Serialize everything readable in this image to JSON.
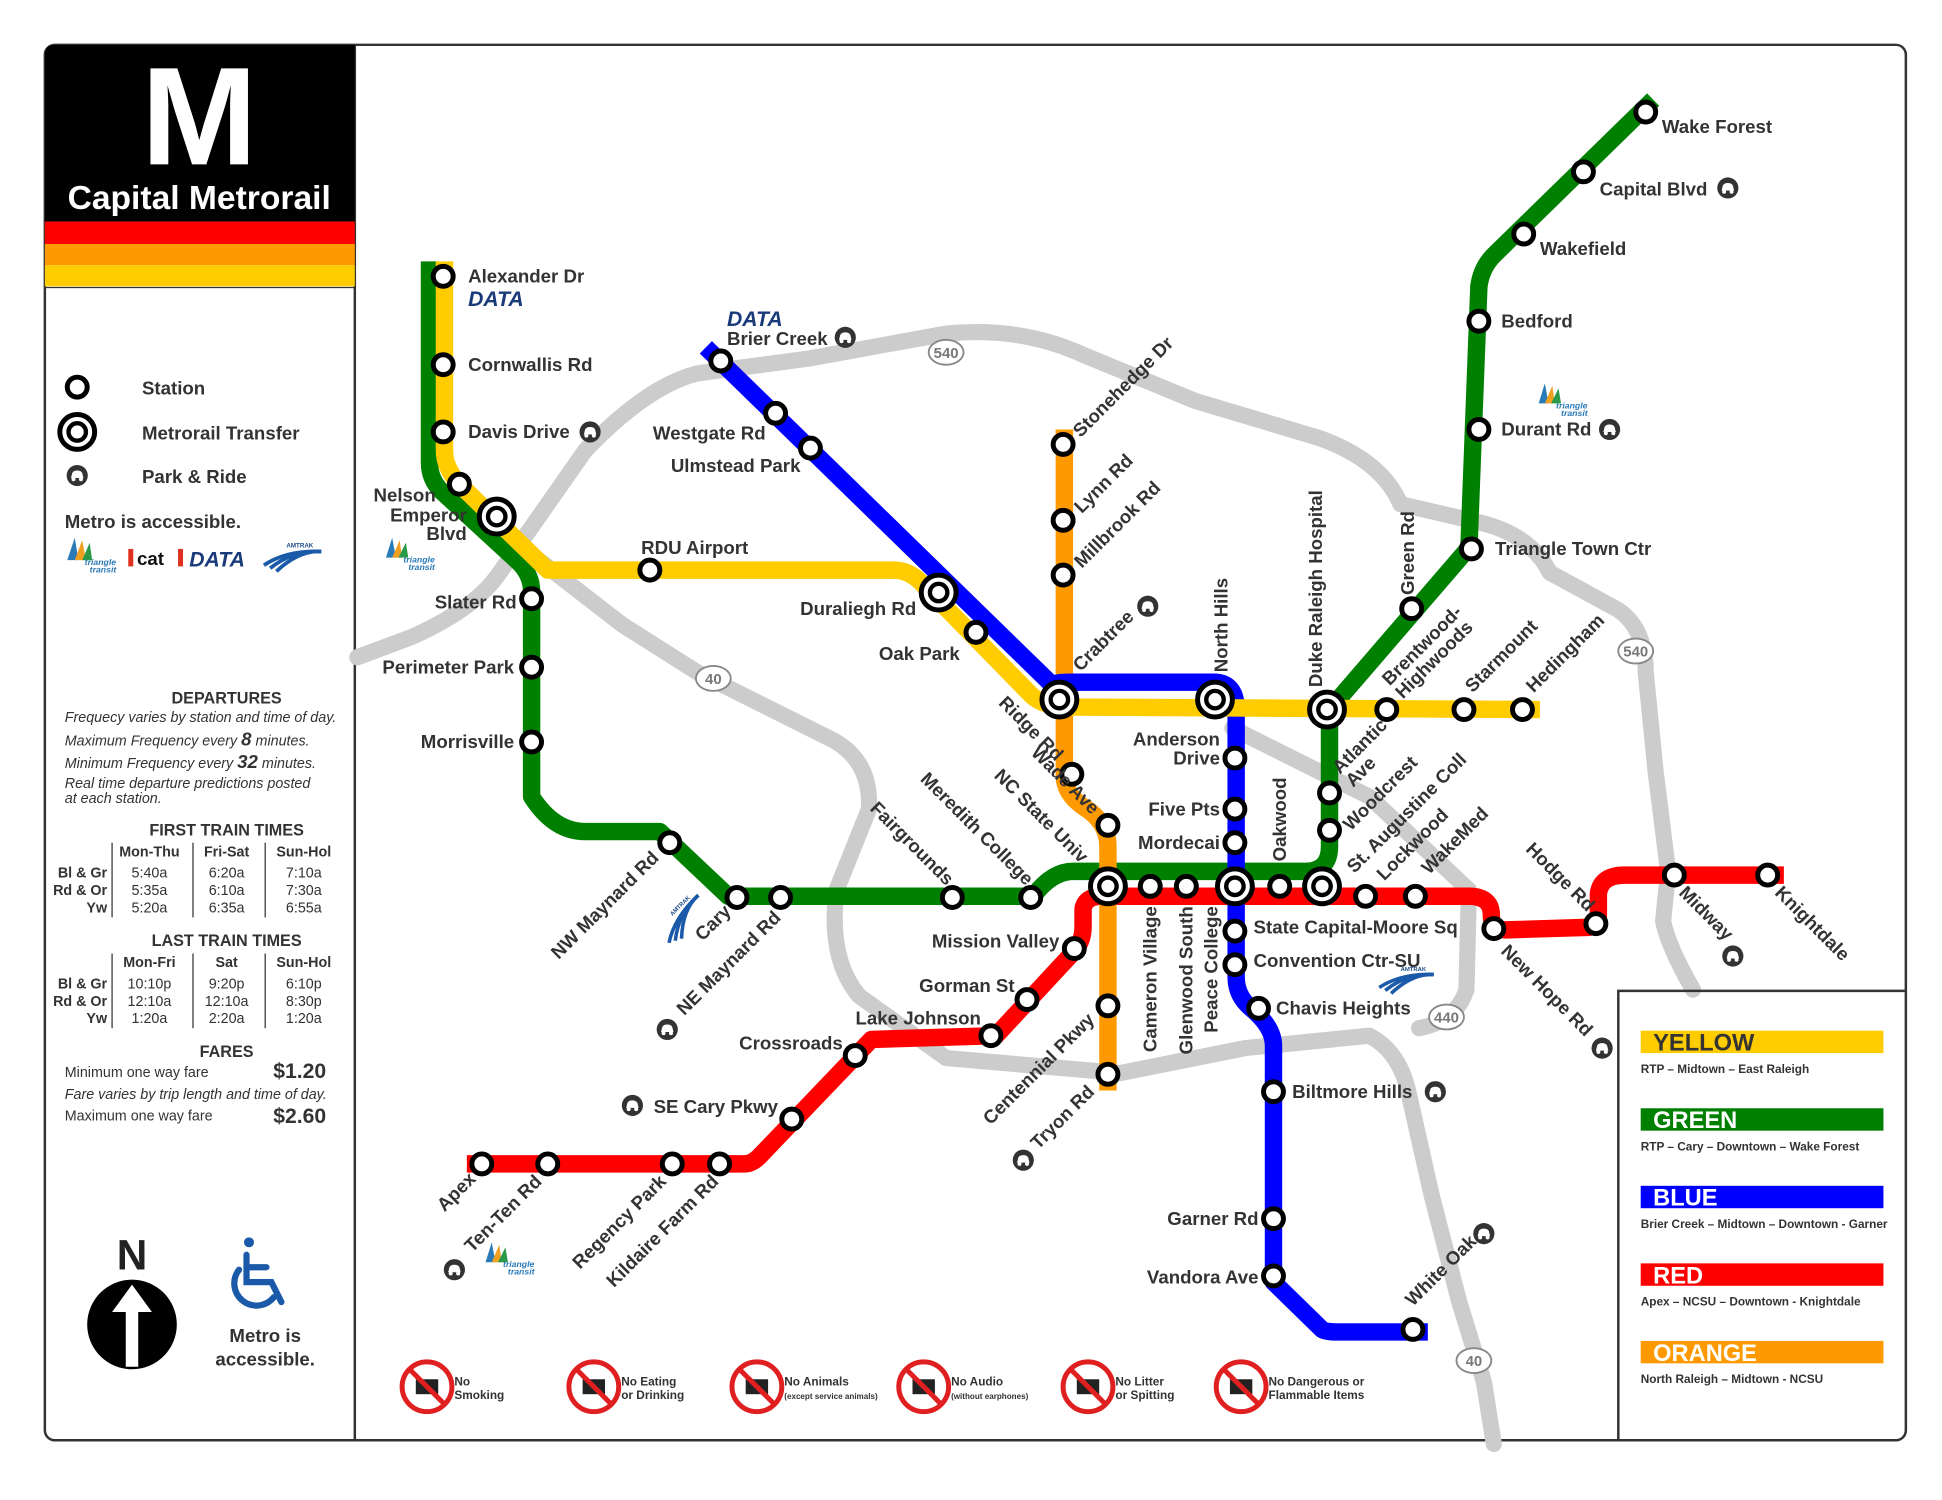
{
  "header": {
    "logo_letter": "M",
    "title": "Capital Metrorail",
    "stripe_colors": [
      "#ff0000",
      "#ff9900",
      "#ffcc00"
    ]
  },
  "legend_symbols": [
    {
      "icon": "station-icon",
      "label": "Station"
    },
    {
      "icon": "transfer-icon",
      "label": "Metrorail Transfer"
    },
    {
      "icon": "park-and-ride-icon",
      "label": "Park & Ride"
    }
  ],
  "accessible_note": "Metro is accessible.",
  "partner_logos": [
    "triangle transit",
    "cat",
    "DATA",
    "AMTRAK"
  ],
  "departures": {
    "title": "DEPARTURES",
    "line1": "Frequecy varies by station and time of day.",
    "max_pre": "Maximum Frequency every",
    "max_val": "8",
    "max_post": "minutes.",
    "min_pre": "Minimum Frequency every",
    "min_val": "32",
    "min_post": "minutes.",
    "line4a": "Real time departure predictions posted",
    "line4b": "at each station."
  },
  "first_train": {
    "title": "FIRST TRAIN TIMES",
    "columns": [
      "Mon-Thu",
      "Fri-Sat",
      "Sun-Hol"
    ],
    "rows": [
      {
        "lines": "Bl & Gr",
        "times": [
          "5:40a",
          "6:20a",
          "7:10a"
        ]
      },
      {
        "lines": "Rd & Or",
        "times": [
          "5:35a",
          "6:10a",
          "7:30a"
        ]
      },
      {
        "lines": "Yw",
        "times": [
          "5:20a",
          "6:35a",
          "6:55a"
        ]
      }
    ]
  },
  "last_train": {
    "title": "LAST TRAIN TIMES",
    "columns": [
      "Mon-Fri",
      "Sat",
      "Sun-Hol"
    ],
    "rows": [
      {
        "lines": "Bl & Gr",
        "times": [
          "10:10p",
          "9:20p",
          "6:10p"
        ]
      },
      {
        "lines": "Rd & Or",
        "times": [
          "12:10a",
          "12:10a",
          "8:30p"
        ]
      },
      {
        "lines": "Yw",
        "times": [
          "1:20a",
          "2:20a",
          "1:20a"
        ]
      }
    ]
  },
  "fares": {
    "title": "FARES",
    "min_label": "Minimum one way fare",
    "min_value": "$1.20",
    "note": "Fare varies by trip length and time of day.",
    "max_label": "Maximum one way fare",
    "max_value": "$2.60"
  },
  "north_label": "N",
  "accessible_footer": [
    "Metro is",
    "accessible."
  ],
  "rules": [
    {
      "icon": "no-smoking-icon",
      "lines": [
        "No",
        "Smoking"
      ]
    },
    {
      "icon": "no-eating-icon",
      "lines": [
        "No Eating",
        "or Drinking"
      ]
    },
    {
      "icon": "no-animals-icon",
      "lines": [
        "No Animals",
        "(except service animals)"
      ]
    },
    {
      "icon": "no-audio-icon",
      "lines": [
        "No Audio",
        "(without earphones)"
      ]
    },
    {
      "icon": "no-litter-icon",
      "lines": [
        "No Litter",
        "or Spitting"
      ]
    },
    {
      "icon": "no-dangerous-items-icon",
      "lines": [
        "No Dangerous or",
        "Flammable Items"
      ]
    }
  ],
  "lines": [
    {
      "name": "YELLOW",
      "color": "#ffcc00",
      "text_color": "#333333",
      "route": "RTP – Midtown – East Raleigh"
    },
    {
      "name": "GREEN",
      "color": "#008000",
      "text_color": "#ffffff",
      "route": "RTP – Cary – Downtown – Wake Forest"
    },
    {
      "name": "BLUE",
      "color": "#0000ff",
      "text_color": "#ffffff",
      "route": "Brier Creek – Midtown – Downtown - Garner"
    },
    {
      "name": "RED",
      "color": "#ff0000",
      "text_color": "#ffffff",
      "route": "Apex – NCSU – Downtown - Knightdale"
    },
    {
      "name": "ORANGE",
      "color": "#ff9900",
      "text_color": "#ffffff",
      "route": "North Raleigh – Midtown - NCSU"
    }
  ],
  "highways": [
    "540",
    "40",
    "540",
    "440",
    "40"
  ],
  "map_logos": [
    "DATA",
    "DATA",
    "triangle transit",
    "triangle transit",
    "triangle transit",
    "AMTRAK",
    "AMTRAK"
  ],
  "stations": [
    {
      "name": "Alexander Dr",
      "type": "station"
    },
    {
      "name": "Cornwallis Rd",
      "type": "station"
    },
    {
      "name": "Davis Drive",
      "type": "station",
      "park_ride": true
    },
    {
      "name": "Nelson",
      "type": "station"
    },
    {
      "name": "Emperor Blvd",
      "lines": [
        "Emperor",
        "Blvd"
      ],
      "type": "transfer"
    },
    {
      "name": "Slater Rd",
      "type": "station"
    },
    {
      "name": "Perimeter Park",
      "type": "station"
    },
    {
      "name": "Morrisville",
      "type": "station"
    },
    {
      "name": "NW Maynard Rd",
      "type": "station"
    },
    {
      "name": "Cary",
      "type": "station"
    },
    {
      "name": "NE Maynard Rd",
      "type": "station",
      "park_ride": true
    },
    {
      "name": "Fairgrounds",
      "type": "station"
    },
    {
      "name": "Meredith College",
      "type": "station"
    },
    {
      "name": "NC State Univ",
      "type": "transfer"
    },
    {
      "name": "Cameron Village",
      "type": "station"
    },
    {
      "name": "Glenwood South",
      "type": "station"
    },
    {
      "name": "Peace College",
      "type": "transfer"
    },
    {
      "name": "Oakwood",
      "type": "station"
    },
    {
      "name": "St. Augustine Coll",
      "type": "transfer"
    },
    {
      "name": "Lockwood",
      "type": "station"
    },
    {
      "name": "WakeMed",
      "type": "station"
    },
    {
      "name": "New Hope Rd",
      "type": "station",
      "park_ride": true
    },
    {
      "name": "Hodge Rd",
      "type": "station"
    },
    {
      "name": "Midway",
      "type": "station",
      "park_ride": true
    },
    {
      "name": "Knightdale",
      "type": "station"
    },
    {
      "name": "Apex",
      "type": "station"
    },
    {
      "name": "Ten-Ten Rd",
      "type": "station",
      "park_ride": true
    },
    {
      "name": "Regency Park",
      "type": "station"
    },
    {
      "name": "Kildaire Farm Rd",
      "type": "station"
    },
    {
      "name": "SE Cary Pkwy",
      "type": "station",
      "park_ride": true
    },
    {
      "name": "Crossroads",
      "type": "station"
    },
    {
      "name": "Lake Johnson",
      "type": "station"
    },
    {
      "name": "Gorman St",
      "type": "station"
    },
    {
      "name": "Mission Valley",
      "type": "station"
    },
    {
      "name": "Stonehedge Dr",
      "type": "station"
    },
    {
      "name": "Lynn Rd",
      "type": "station"
    },
    {
      "name": "Millbrook Rd",
      "type": "station"
    },
    {
      "name": "Crabtree",
      "type": "transfer",
      "park_ride": true
    },
    {
      "name": "Ridge Rd",
      "type": "station"
    },
    {
      "name": "Wade Ave",
      "type": "station"
    },
    {
      "name": "Centennial Pkwy",
      "type": "station"
    },
    {
      "name": "Tryon Rd",
      "type": "station",
      "park_ride": true
    },
    {
      "name": "Brier Creek",
      "type": "station",
      "park_ride": true
    },
    {
      "name": "Westgate Rd",
      "type": "station"
    },
    {
      "name": "Ulmstead Park",
      "type": "station"
    },
    {
      "name": "Duraliegh Rd",
      "type": "transfer"
    },
    {
      "name": "Oak Park",
      "type": "station"
    },
    {
      "name": "North Hills",
      "type": "transfer"
    },
    {
      "name": "Anderson Drive",
      "lines": [
        "Anderson",
        "Drive"
      ],
      "type": "station"
    },
    {
      "name": "Five Pts",
      "type": "station"
    },
    {
      "name": "Mordecai",
      "type": "station"
    },
    {
      "name": "State Capital-Moore Sq",
      "type": "station"
    },
    {
      "name": "Convention Ctr-SU",
      "type": "station"
    },
    {
      "name": "Chavis Heights",
      "type": "station"
    },
    {
      "name": "Biltmore Hills",
      "type": "station",
      "park_ride": true
    },
    {
      "name": "Garner Rd",
      "type": "station"
    },
    {
      "name": "Vandora Ave",
      "type": "station"
    },
    {
      "name": "White Oak",
      "type": "station",
      "park_ride": true
    },
    {
      "name": "Atlantic Ave",
      "lines": [
        "Atlantic",
        "Ave"
      ],
      "type": "station"
    },
    {
      "name": "Woodcrest",
      "type": "station"
    },
    {
      "name": "Duke Raleigh Hospital",
      "type": "transfer"
    },
    {
      "name": "Brentwood-Highwoods",
      "lines": [
        "Brentwood-",
        "Highwoods"
      ],
      "type": "station"
    },
    {
      "name": "Starmount",
      "type": "station"
    },
    {
      "name": "Hedingham",
      "type": "station"
    },
    {
      "name": "Green Rd",
      "type": "station"
    },
    {
      "name": "Triangle Town Ctr",
      "type": "station"
    },
    {
      "name": "Durant Rd",
      "type": "station",
      "park_ride": true
    },
    {
      "name": "Bedford",
      "type": "station"
    },
    {
      "name": "Wakefield",
      "type": "station"
    },
    {
      "name": "Capital Blvd",
      "type": "station",
      "park_ride": true
    },
    {
      "name": "Wake Forest",
      "type": "station"
    },
    {
      "name": "RDU Airport",
      "type": "station"
    }
  ]
}
